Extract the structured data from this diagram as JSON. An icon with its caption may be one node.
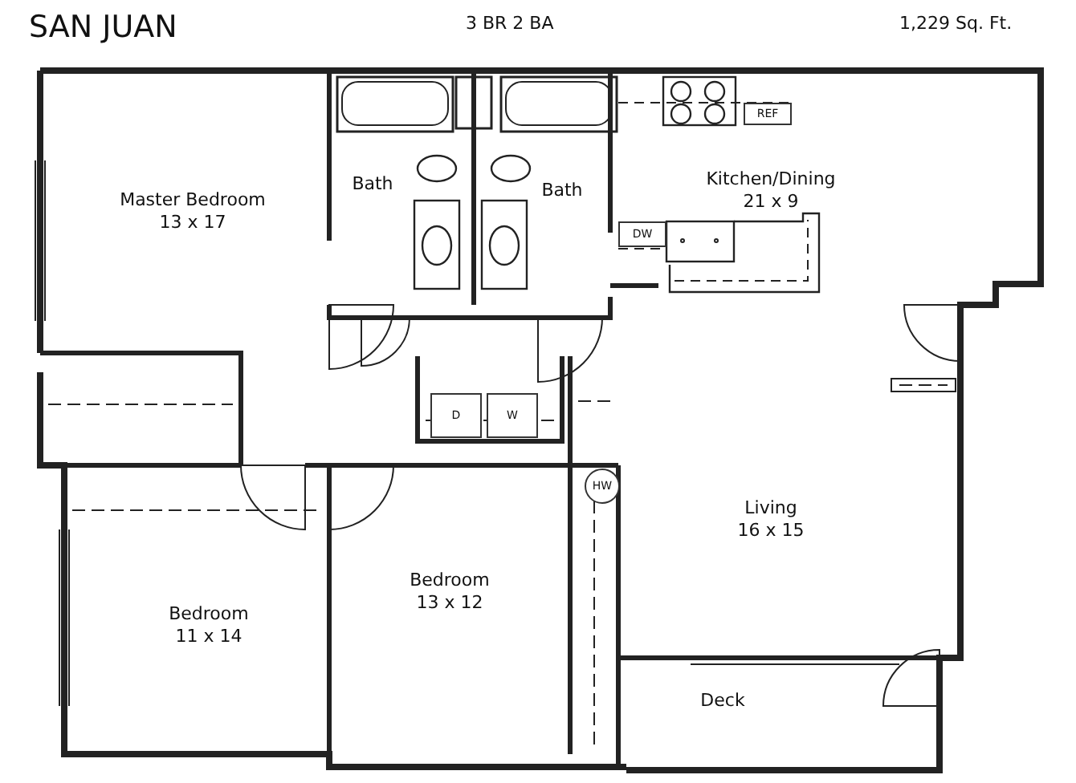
{
  "diagram": {
    "title": "SAN JUAN",
    "nodes": [
      {
        "text": [
          "Master Bedroom",
          "13 x 17"
        ]
      },
      {
        "text": [
          "Bath"
        ]
      },
      {
        "text": [
          "Bath"
        ]
      },
      {
        "text": [
          "Kitchen/Dining",
          "21 x 9"
        ]
      },
      {
        "text": [
          "REF"
        ]
      },
      {
        "text": [
          "DW"
        ]
      },
      {
        "text": [
          "D"
        ]
      },
      {
        "text": [
          "W"
        ]
      },
      {
        "text": [
          "HW"
        ]
      },
      {
        "text": [
          "Living",
          "16 x 15"
        ]
      },
      {
        "text": [
          "Bedroom",
          "13 x 12"
        ]
      },
      {
        "text": [
          "Bedroom",
          "11 x 14"
        ]
      },
      {
        "text": [
          "Deck"
        ]
      }
    ],
    "labels": [
      "3 BR 2 BA",
      "1,229 Sq. Ft."
    ]
  }
}
